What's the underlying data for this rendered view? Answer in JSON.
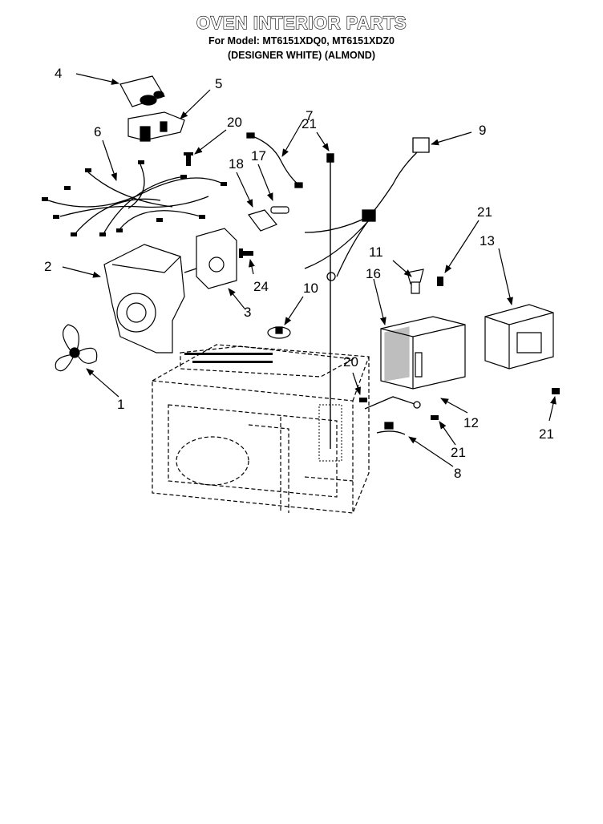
{
  "header": {
    "title": "OVEN INTERIOR PARTS",
    "model_line": "For Model: MT6151XDQ0, MT6151XDZ0",
    "variant_line": "(DESIGNER WHITE)  (ALMOND)"
  },
  "callouts": {
    "c1": "1",
    "c2": "2",
    "c3": "3",
    "c4": "4",
    "c5": "5",
    "c6": "6",
    "c7": "7",
    "c8": "8",
    "c9": "9",
    "c10": "10",
    "c11": "11",
    "c12": "12",
    "c13": "13",
    "c16": "16",
    "c17": "17",
    "c18": "18",
    "c20a": "20",
    "c20b": "20",
    "c21a": "21",
    "c21b": "21",
    "c21c": "21",
    "c21d": "21",
    "c24": "24"
  }
}
